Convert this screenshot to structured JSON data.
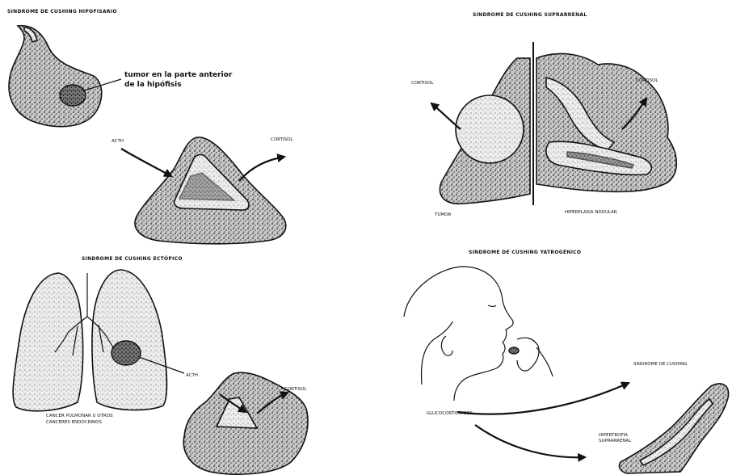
{
  "panels": {
    "hipofisario": {
      "title": "SINDROME DE CUSHING HIPOFISARIO",
      "tumor_label_line1": "tumor en la parte anterior",
      "tumor_label_line2": "de la hipófisis",
      "acth": "ACTH",
      "cortisol": "CORTISOL"
    },
    "suprarrenal": {
      "title": "SINDROME DE CUSHING SUPRARRENAL",
      "cortisol_left": "CORTISOL",
      "cortisol_right": "CORTISOL",
      "tumor": "TUMOR",
      "hiperplasia": "HIPERPLASIA NODULAR"
    },
    "ectopico": {
      "title": "SINDROME DE CUSHING ECTÓPICO",
      "acth": "ACTH",
      "cortisol": "CORTISOL",
      "cancer_line1": "CANCER PULMONAR U OTROS",
      "cancer_line2": "CANCERES ENDOCRINOS"
    },
    "yatrogenico": {
      "title": "SINDROME DE CUSHING YATROGÉNICO",
      "glucocorticoides": "GLUCOCORTICOIDES",
      "sindrome": "SINDROME DE CUSHING",
      "hipertrofia_line1": "HIPERTROFIA",
      "hipertrofia_line2": "SUPRARRENAL"
    }
  }
}
